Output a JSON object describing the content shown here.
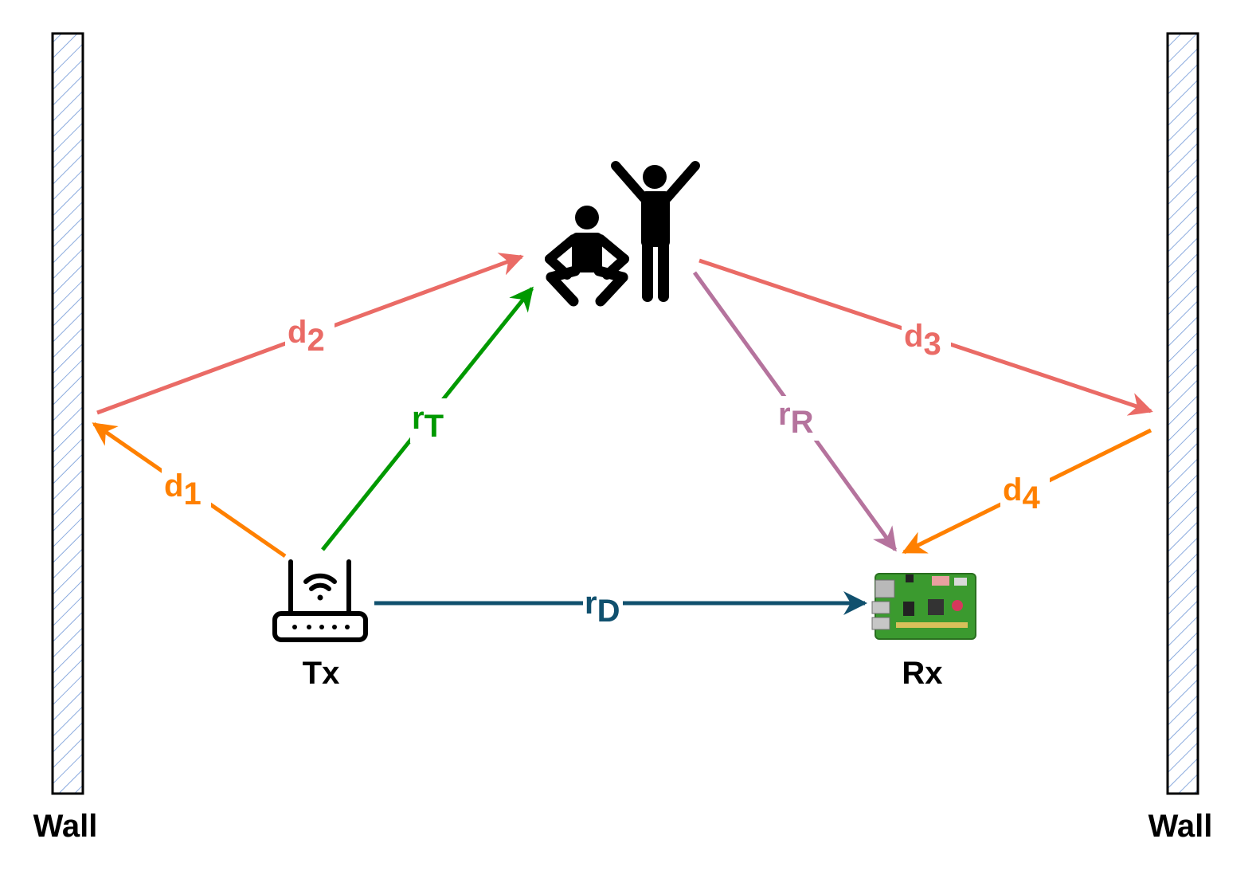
{
  "walls": {
    "left_label": "Wall",
    "right_label": "Wall"
  },
  "devices": {
    "tx_label": "Tx",
    "rx_label": "Rx",
    "tx_icon": "wifi-router-icon",
    "rx_icon": "raspberry-pi-board-icon"
  },
  "targets": {
    "icons": [
      "person-sitting-icon",
      "person-arms-raised-icon"
    ]
  },
  "paths": {
    "d1": {
      "base": "d",
      "sub": "1",
      "color": "#ff8000"
    },
    "d2": {
      "base": "d",
      "sub": "2",
      "color": "#ea6b66"
    },
    "d3": {
      "base": "d",
      "sub": "3",
      "color": "#ea6b66"
    },
    "d4": {
      "base": "d",
      "sub": "4",
      "color": "#ff8000"
    },
    "rT": {
      "base": "r",
      "sub": "T",
      "color": "#009900"
    },
    "rR": {
      "base": "r",
      "sub": "R",
      "color": "#b5739d"
    },
    "rD": {
      "base": "r",
      "sub": "D",
      "color": "#10506e"
    }
  }
}
